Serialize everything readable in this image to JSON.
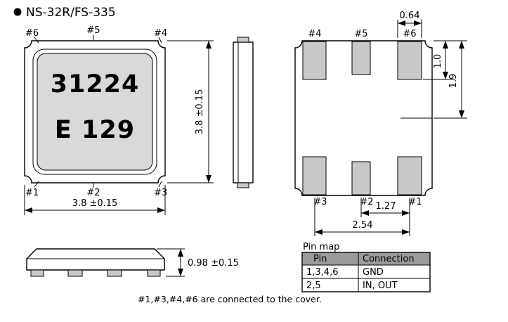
{
  "title": "NS-32R/FS-335",
  "colors": {
    "line": "#000000",
    "cover_fill": "#d9d9d9",
    "pad_fill": "#c9c9c9",
    "table_header_bg": "#9a9a9a",
    "table_text": "#1f2a66"
  },
  "top_view": {
    "marking_line1": "31224",
    "marking_line2": "E 129",
    "pin_top_left": "#6",
    "pin_top_center": "#5",
    "pin_top_right": "#4",
    "pin_bottom_left": "#1",
    "pin_bottom_center": "#2",
    "pin_bottom_right": "#3",
    "dim_width": "3.8 ±0.15",
    "dim_height": "3.8 ±0.15"
  },
  "bottom_view": {
    "pin_top_left": "#4",
    "pin_top_center": "#5",
    "pin_top_right": "#6",
    "pin_bottom_left": "#3",
    "pin_bottom_center": "#2",
    "pin_bottom_right": "#1",
    "dim_pad_width": "0.64",
    "dim_pad_length": "1.0",
    "dim_center_offset": "1.9",
    "dim_pitch": "1.27",
    "dim_span": "2.54"
  },
  "front_view": {
    "dim_height": "0.98 ±0.15"
  },
  "pin_map": {
    "caption": "Pin map",
    "headers": [
      "Pin",
      "Connection"
    ],
    "rows": [
      {
        "pin": "1,3,4,6",
        "connection": "GND"
      },
      {
        "pin": "2,5",
        "connection": "IN, OUT"
      }
    ]
  },
  "footnote": "#1,#3,#4,#6 are connected to the cover."
}
